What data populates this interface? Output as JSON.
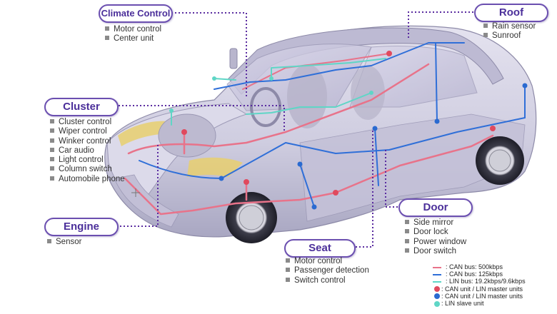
{
  "colors": {
    "can500": "#e8738a",
    "can125": "#2f6fd8",
    "lin": "#5fd6c6",
    "can_unit_dot": "#e04a5e",
    "can_lin_dot": "#2a6ad0",
    "lin_slave_dot": "#5fd6c6",
    "label_border": "#6b4fb0",
    "label_text": "#4b2f9a",
    "leader": "#5a2ca0"
  },
  "groups": {
    "climate": {
      "title": "Climate Control",
      "items": [
        "Motor control",
        "Center unit"
      ]
    },
    "roof": {
      "title": "Roof",
      "items": [
        "Rain sensor",
        "Sunroof"
      ]
    },
    "cluster": {
      "title": "Cluster",
      "items": [
        "Cluster control",
        "Wiper control",
        "Winker control",
        "Car audio",
        "Light control",
        "Column switch",
        "Automobile phone"
      ]
    },
    "engine": {
      "title": "Engine",
      "items": [
        "Sensor"
      ]
    },
    "door": {
      "title": "Door",
      "items": [
        "Side mirror",
        "Door lock",
        "Power window",
        "Door switch"
      ]
    },
    "seat": {
      "title": "Seat",
      "items": [
        "Motor control",
        "Passenger detection",
        "Switch control"
      ]
    }
  },
  "legend": [
    {
      "kind": "line",
      "color": "#e8738a",
      "label": ": CAN bus: 500kbps"
    },
    {
      "kind": "line",
      "color": "#2f6fd8",
      "label": ": CAN bus: 125kbps"
    },
    {
      "kind": "line",
      "color": "#5fd6c6",
      "label": ": LIN bus: 19.2kbps/9.6kbps"
    },
    {
      "kind": "dot",
      "color": "#e04a5e",
      "label": ": CAN unit / LIN master units"
    },
    {
      "kind": "dot",
      "color": "#2a6ad0",
      "label": ": CAN unit / LIN master units"
    },
    {
      "kind": "dot",
      "color": "#5fd6c6",
      "label": ": LIN slave unit"
    }
  ]
}
